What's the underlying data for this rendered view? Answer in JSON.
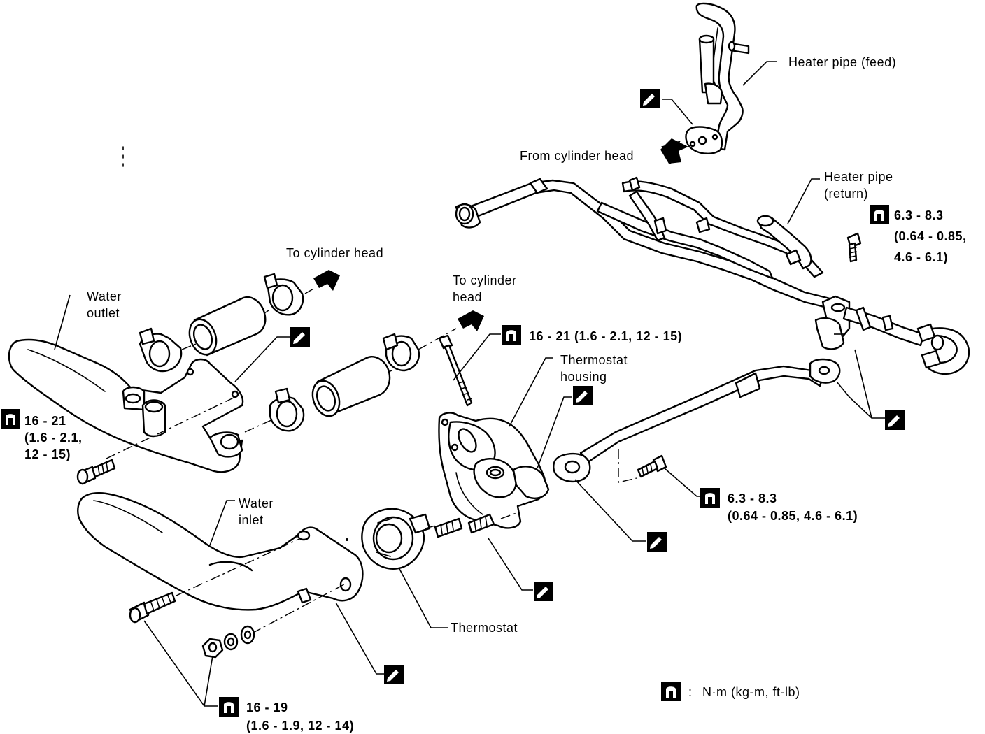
{
  "labels": {
    "heater_feed": "Heater pipe (feed)",
    "from_cyl": "From cylinder head",
    "heater_return_1": "Heater pipe",
    "heater_return_2": "(return)",
    "torque_heater_1": "6.3 - 8.3",
    "torque_heater_2": "(0.64 - 0.85,",
    "torque_heater_3": "4.6 - 6.1)",
    "to_cyl_1": "To cylinder head",
    "to_cyl_2a": "To cylinder",
    "to_cyl_2b": "head",
    "water_outlet_1": "Water",
    "water_outlet_2": "outlet",
    "torque_bolt": "16 - 21 (1.6 - 2.1, 12 - 15)",
    "thermo_housing_1": "Thermostat",
    "thermo_housing_2": "housing",
    "torque_outlet_1": "16 - 21",
    "torque_outlet_2": "(1.6 - 2.1,",
    "torque_outlet_3": "12 - 15)",
    "water_inlet_1": "Water",
    "water_inlet_2": "inlet",
    "torque_pipe_1": "6.3 - 8.3",
    "torque_pipe_2": "(0.64 - 0.85, 4.6 - 6.1)",
    "thermostat": "Thermostat",
    "torque_inlet_1": "16 - 19",
    "torque_inlet_2": "(1.6 - 1.9, 12 - 14)",
    "legend_sep": ":",
    "legend_unit": "N·m (kg-m, ft-lb)"
  }
}
